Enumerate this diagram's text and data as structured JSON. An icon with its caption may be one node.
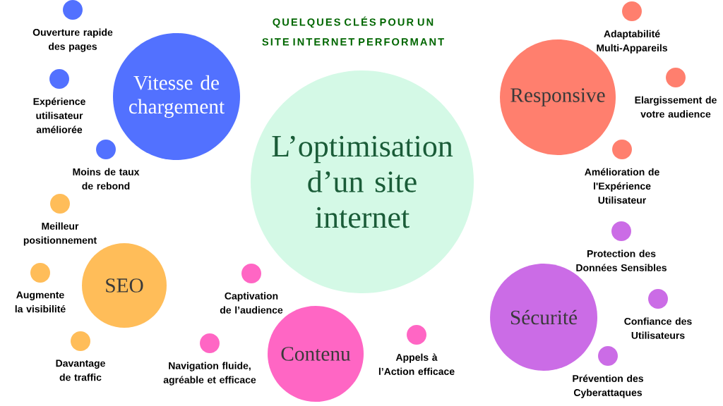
{
  "diagram": {
    "title": "QUELQUES CLÉS POUR UN SITE INTERNET PERFORMANT",
    "nodes": [
      {
        "text": [
          "Vitesse de chargement"
        ]
      },
      {
        "text": [
          "Ouverture rapide des pages"
        ]
      },
      {
        "text": [
          "Expérience utilisateur améliorée"
        ]
      },
      {
        "text": [
          "Moins de taux de rebond"
        ]
      },
      {
        "text": [
          "Responsive"
        ]
      },
      {
        "text": [
          "Adaptabilité Multi-Appareils"
        ]
      },
      {
        "text": [
          "Elargissement de votre audience"
        ]
      },
      {
        "text": [
          "Amélioration de l'Expérience Utilisateur"
        ]
      },
      {
        "text": [
          "L’optimisation d’un site internet"
        ]
      },
      {
        "text": [
          "SEO"
        ]
      },
      {
        "text": [
          "Meilleur positionnement"
        ]
      },
      {
        "text": [
          "Augmente la visibilité"
        ]
      },
      {
        "text": [
          "Davantage de traffic"
        ]
      },
      {
        "text": [
          "Contenu"
        ]
      },
      {
        "text": [
          "Captivation de l’audience"
        ]
      },
      {
        "text": [
          "Navigation fluide, agréable et efficace"
        ]
      },
      {
        "text": [
          "Appels à l’Action efficace"
        ]
      },
      {
        "text": [
          "Sécurité"
        ]
      },
      {
        "text": [
          "Protection des Données Sensibles"
        ]
      },
      {
        "text": [
          "Confiance des Utilisateurs"
        ]
      },
      {
        "text": [
          "Prévention des Cyberattaques"
        ]
      }
    ]
  }
}
